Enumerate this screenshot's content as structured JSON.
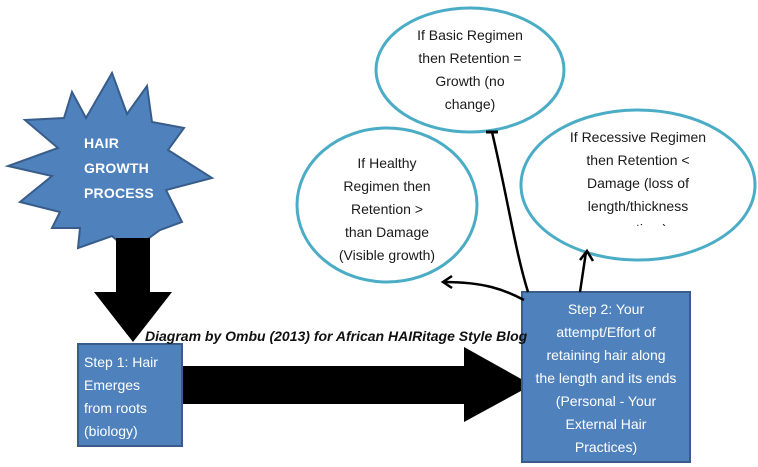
{
  "diagram": {
    "star_label": "HAIR\nGROWTH\nPROCESS",
    "step1": "Step 1: Hair\nEmerges\nfrom roots\n(biology)",
    "step2": "Step 2: Your\nattempt/Effort of\nretaining hair along\nthe length and its ends\n(Personal - Your\nExternal Hair\nPractices)",
    "basic": "If Basic Regimen\nthen Retention =\nGrowth (no\nchange)",
    "healthy": "If Healthy\nRegimen then\nRetention >\nthan Damage\n(Visible growth)",
    "recessive": "If Recessive Regimen\nthen Retention <\nDamage (loss of\nlength/thickness\novertime)",
    "credit": "Diagram by Ombu (2013) for African HAIRitage Style Blog"
  },
  "colors": {
    "box_fill": "#4f81bd",
    "box_stroke": "#385d8a",
    "ellipse_stroke": "#4bacc6",
    "arrow": "#000000"
  }
}
